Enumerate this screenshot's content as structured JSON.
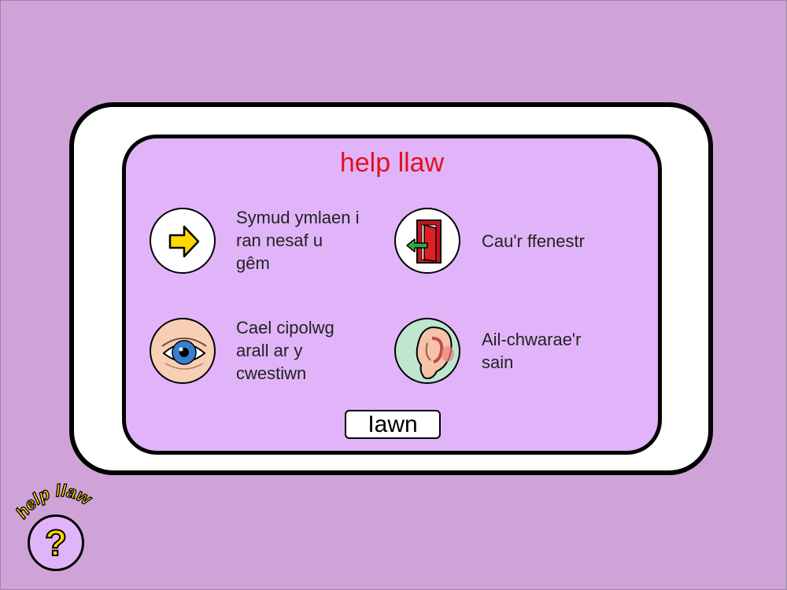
{
  "dialog": {
    "title": "help llaw",
    "items": [
      {
        "icon": "arrow-right-icon",
        "label_lines": [
          "Symud ymlaen i",
          "ran nesaf u",
          "gêm"
        ]
      },
      {
        "icon": "exit-door-icon",
        "label_lines": [
          "Cau'r ffenestr"
        ]
      },
      {
        "icon": "eye-icon",
        "label_lines": [
          "Cael cipolwg",
          "arall ar y",
          "cwestiwn"
        ]
      },
      {
        "icon": "ear-icon",
        "label_lines": [
          "Ail-chwarae'r",
          "sain"
        ]
      }
    ],
    "ok_label": "Iawn"
  },
  "help_badge": {
    "text": "help llaw",
    "mark": "?"
  },
  "colors": {
    "background": "#cfa3d8",
    "panel": "#e1b4f9",
    "title": "#e0121b",
    "badge_text": "#ffd800"
  }
}
